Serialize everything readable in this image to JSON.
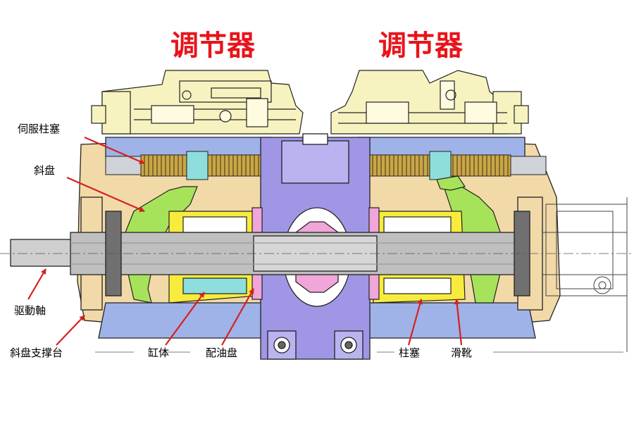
{
  "titles": {
    "left": "调节器",
    "right": "调节器"
  },
  "labels": {
    "servo_piston": "伺服柱塞",
    "swash_plate": "斜盘",
    "drive_shaft": "驱動軸",
    "swash_support": "斜盘支撑台",
    "cylinder_block": "缸体",
    "valve_plate": "配油盘",
    "piston": "柱塞",
    "slipper": "滑靴"
  },
  "colors": {
    "title_red": "#e8141b",
    "arrow_red": "#d62020",
    "housing_tan": "#f2d9a8",
    "regulator_yellow": "#f7f3c0",
    "center_purple": "#9f96e6",
    "cylinder_yellow": "#f7ec3c",
    "swash_green": "#a7e35a",
    "shaft_gray": "#bfbfbf",
    "servo_gold": "#c9a64a",
    "pink": "#f0a6d8",
    "cyan": "#8fdede",
    "steel_blue": "#9fb3e8",
    "line": "#222222"
  }
}
